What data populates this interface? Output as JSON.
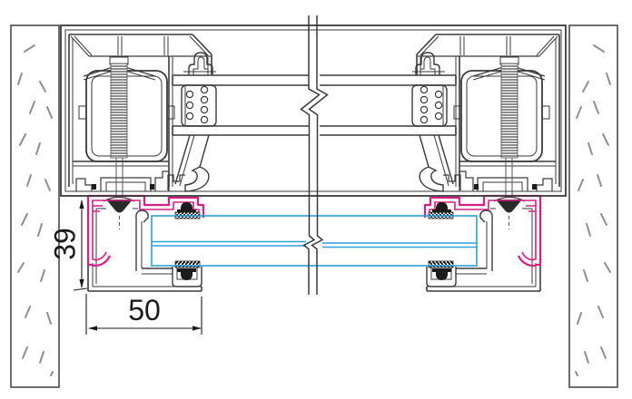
{
  "drawing": {
    "kind": "window-frame-cross-section",
    "dimension_labels": {
      "height": "39",
      "width": "50"
    },
    "colors": {
      "line": "#3a3a3a",
      "line_soft": "#555555",
      "highlight_profile": "#d61f82",
      "glazing": "#2f9fd8",
      "wall_outline": "#4a4a4a",
      "wall_hatch": "#8f8f8f",
      "gasket_fill": "#1c1c1c",
      "dimension": "#1a1a1a"
    }
  }
}
